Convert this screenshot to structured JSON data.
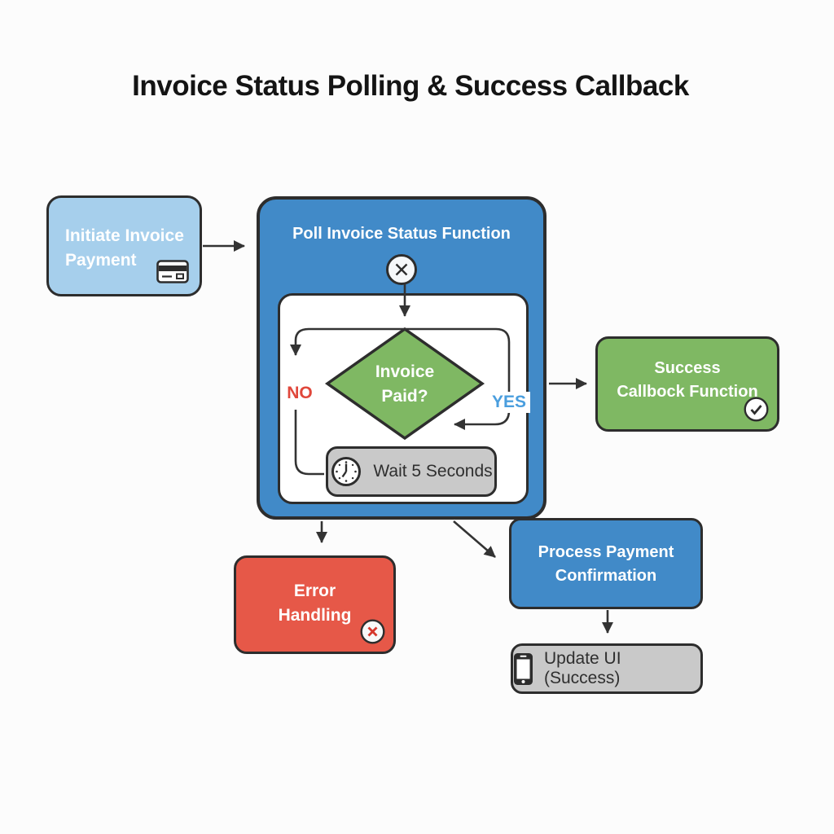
{
  "title": "Invoice Status Polling & Success Callback",
  "nodes": {
    "initiate": {
      "lines": [
        "Initiate Invoice",
        "Payment"
      ],
      "icon": "credit-card-icon",
      "color": "#a6cfec"
    },
    "poll": {
      "label": "Poll Invoice Status Function",
      "icon": "x-circle-icon",
      "color": "#418ac8"
    },
    "decision": {
      "lines": [
        "Invoice",
        "Paid?"
      ],
      "color": "#7fb863"
    },
    "wait": {
      "label": "Wait 5 Seconds",
      "icon": "clock-icon",
      "color": "#c9c9c9"
    },
    "success": {
      "lines": [
        "Success",
        "Callbock Function"
      ],
      "icon": "check-circle-icon",
      "color": "#7fb863"
    },
    "error": {
      "lines": [
        "Error",
        "Handling"
      ],
      "icon": "x-circle-red-icon",
      "color": "#e65848"
    },
    "process": {
      "lines": [
        "Process Payment",
        "Confirmation"
      ],
      "color": "#418ac8"
    },
    "update": {
      "label": "Update UI (Success)",
      "icon": "smartphone-icon",
      "color": "#c9c9c9"
    }
  },
  "edges": {
    "no": {
      "label": "NO",
      "color": "#e0473b"
    },
    "yes": {
      "label": "YES",
      "color": "#4a9ede"
    },
    "line_color": "#333333"
  }
}
